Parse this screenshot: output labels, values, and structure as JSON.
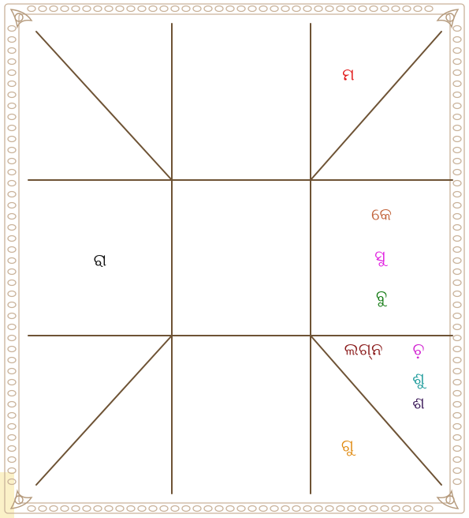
{
  "colors": {
    "border": "#c9b29a",
    "lines": "#6e5335",
    "background": "#ffffff",
    "corner_tab": "#fbf1c8"
  },
  "chart": {
    "houses": {
      "top_right": [
        {
          "symbol": "ମ",
          "color": "#e01414"
        }
      ],
      "left": [
        {
          "symbol": "ରା",
          "color": "#111111"
        }
      ],
      "right": [
        {
          "symbol": "କେ",
          "color": "#c2643b"
        },
        {
          "symbol": "ସୁ",
          "color": "#e01ee0"
        },
        {
          "symbol": "ବୁ",
          "color": "#127a12"
        }
      ],
      "bottom_right": [
        {
          "symbol": "ଲଗ୍ନ",
          "color": "#8a1a1a"
        },
        {
          "symbol": "ଚ଼",
          "color": "#d01ed0"
        },
        {
          "symbol": "ଶୁ",
          "color": "#1a9a9a"
        },
        {
          "symbol": "ଶ",
          "color": "#3a1858"
        },
        {
          "symbol": "ଗୁ",
          "color": "#e08a10"
        }
      ]
    }
  }
}
